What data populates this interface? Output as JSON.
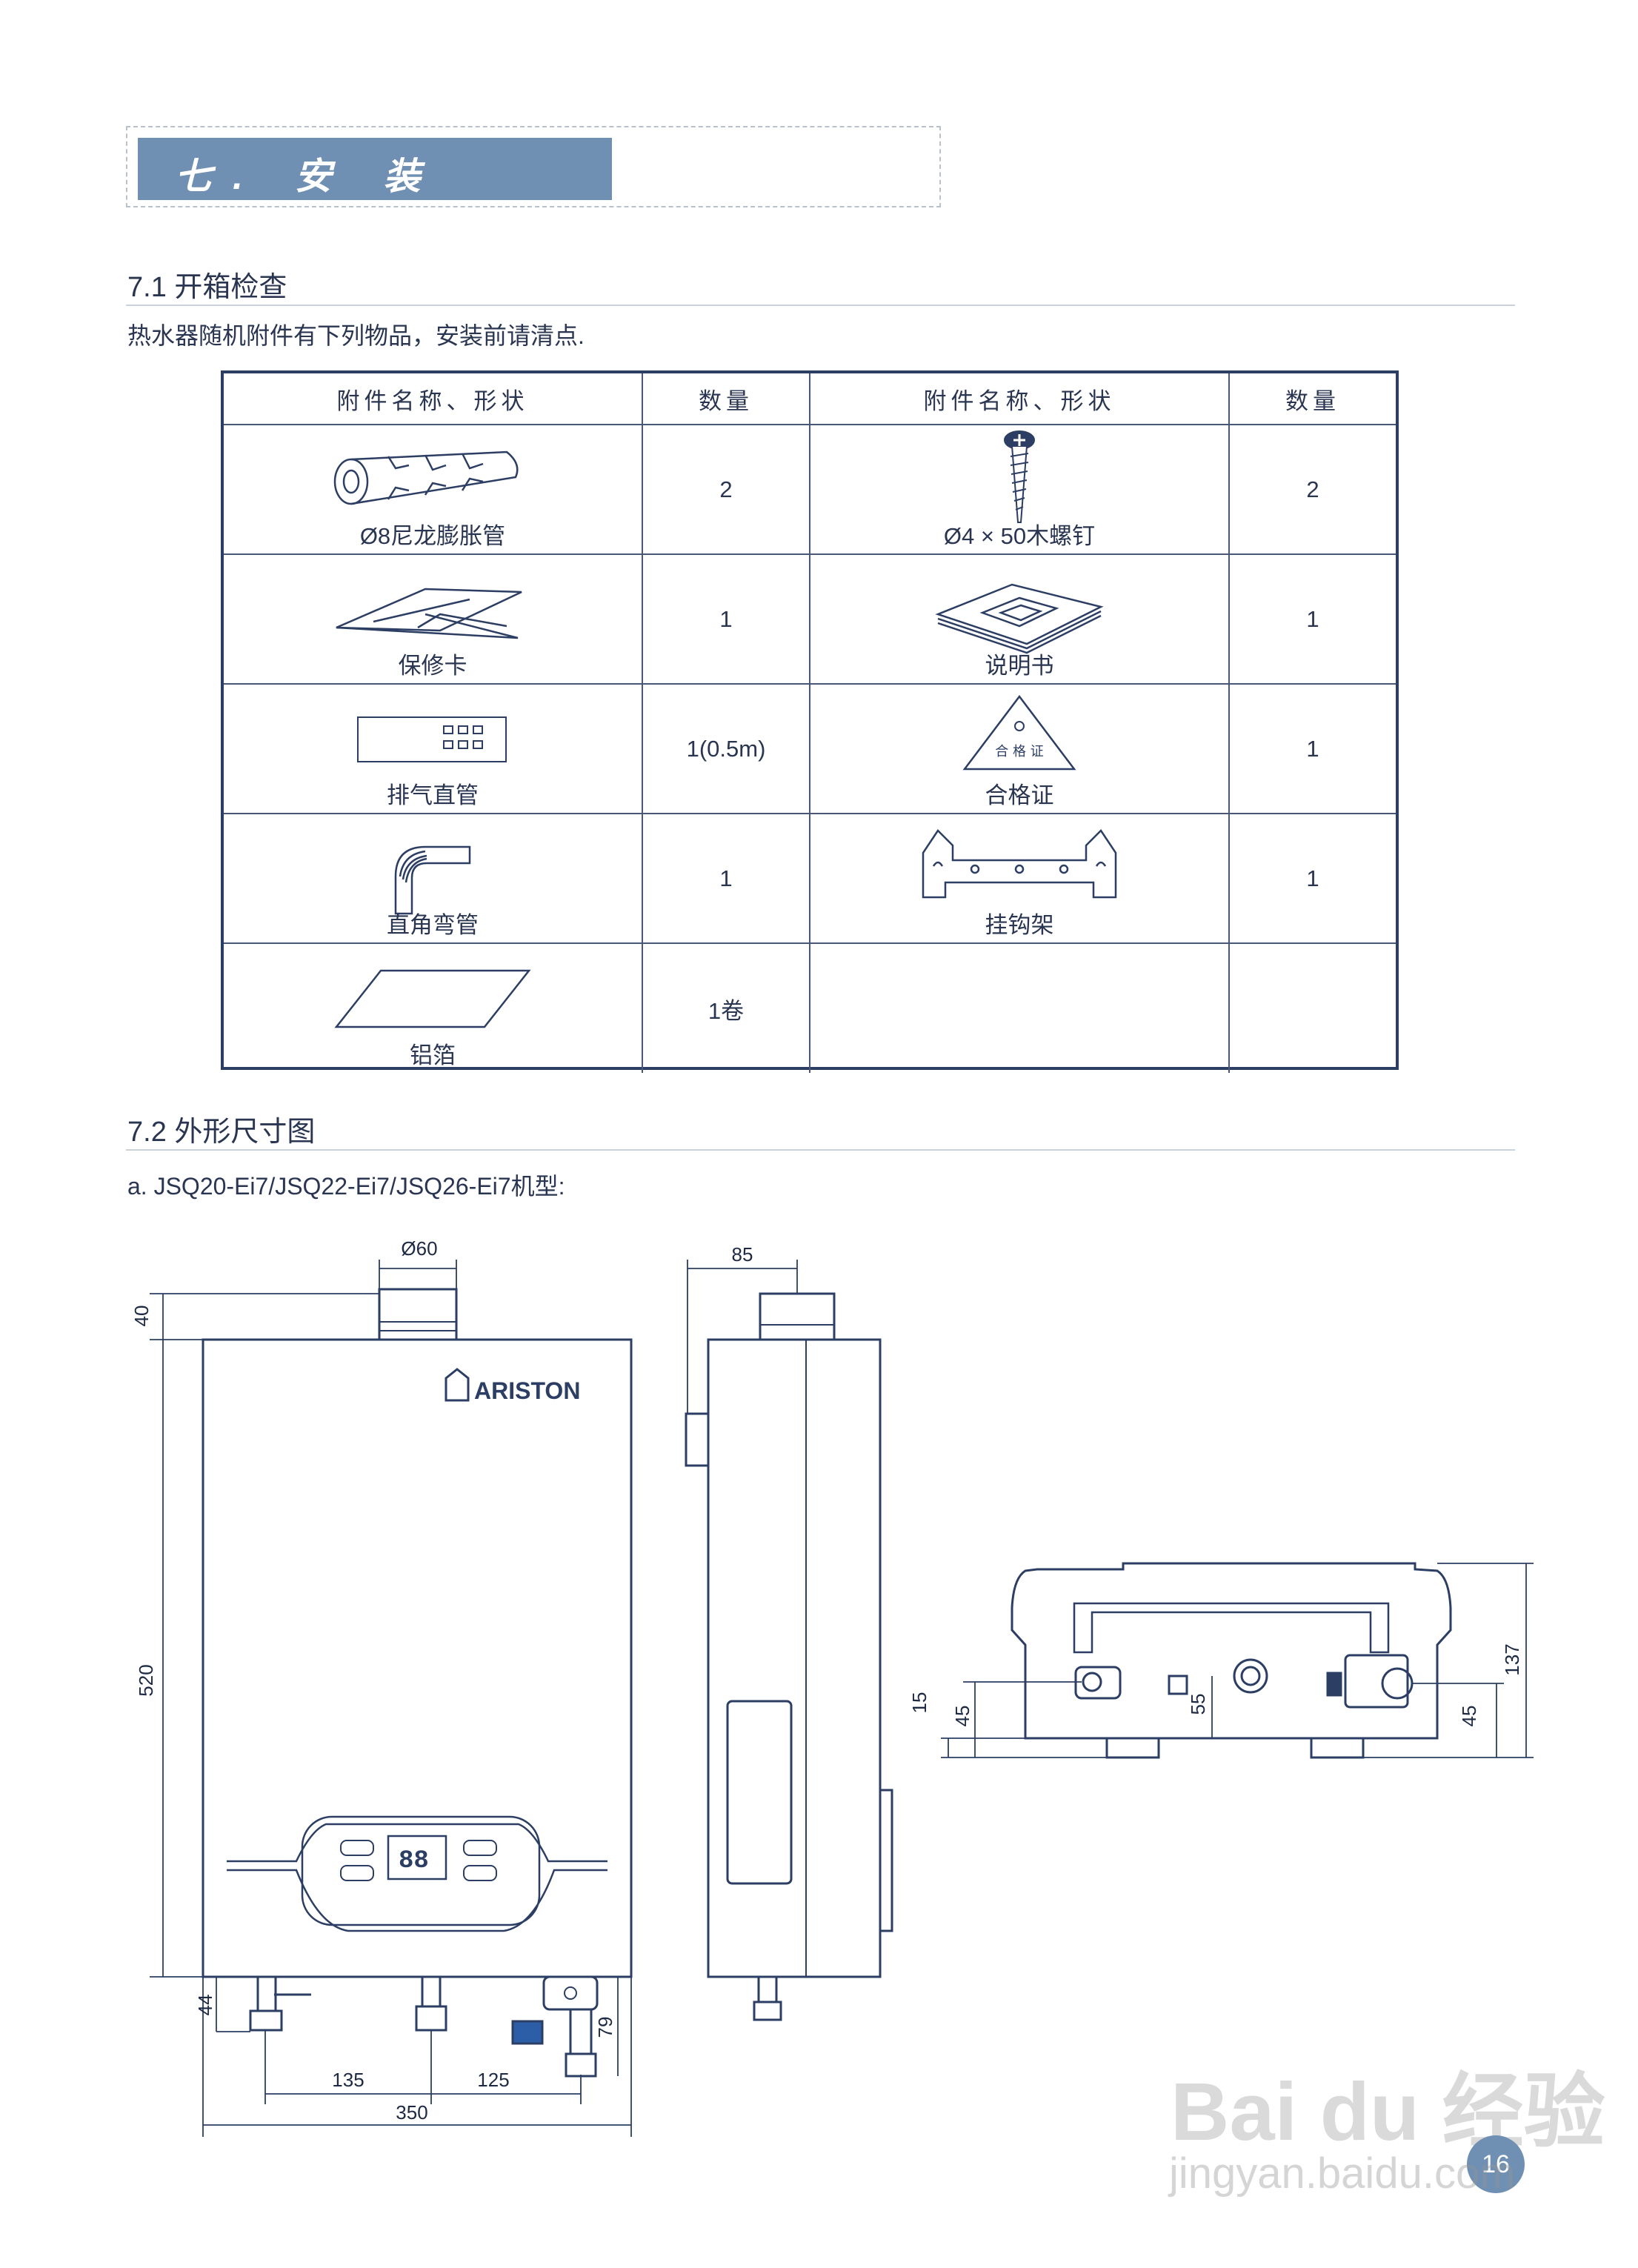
{
  "chapter": {
    "title": "七. 安 装"
  },
  "section1": {
    "title": "7.1 开箱检查",
    "intro": "热水器随机附件有下列物品，安装前请清点."
  },
  "table": {
    "headers": [
      "附件名称、形状",
      "数量",
      "附件名称、形状",
      "数量"
    ],
    "left": [
      {
        "name": "Ø8尼龙膨胀管",
        "qty": "2",
        "icon": "nylon-anchor-icon"
      },
      {
        "name": "保修卡",
        "qty": "1",
        "icon": "warranty-card-icon"
      },
      {
        "name": "排气直管",
        "qty": "1(0.5m)",
        "icon": "exhaust-pipe-icon"
      },
      {
        "name": "直角弯管",
        "qty": "1",
        "icon": "elbow-pipe-icon"
      },
      {
        "name": "铝箔",
        "qty": "1卷",
        "icon": "aluminum-foil-icon"
      }
    ],
    "right": [
      {
        "name": "Ø4 × 50木螺钉",
        "qty": "2",
        "icon": "wood-screw-icon"
      },
      {
        "name": "说明书",
        "qty": "1",
        "icon": "manual-icon"
      },
      {
        "name": "合格证",
        "qty": "1",
        "icon": "certificate-icon",
        "badge": "合 格 证"
      },
      {
        "name": "挂钩架",
        "qty": "1",
        "icon": "hanger-bracket-icon"
      }
    ]
  },
  "section2": {
    "title": "7.2 外形尺寸图",
    "subtitle": "a.  JSQ20-Ei7/JSQ22-Ei7/JSQ26-Ei7机型:"
  },
  "front_view": {
    "brand": "ARISTON",
    "display": "88",
    "dims": {
      "flue_diameter": "Ø60",
      "top_offset": "40",
      "height": "520",
      "bottom_fitting": "44",
      "width": "350",
      "left_spacing": "135",
      "right_spacing": "125",
      "right_fitting": "79"
    }
  },
  "side_view": {
    "dims": {
      "depth": "85"
    }
  },
  "bottom_view": {
    "dims": {
      "left_small": "15",
      "left_height": "45",
      "center_height": "55",
      "right_height": "45",
      "total_depth": "137"
    }
  },
  "footer": {
    "page_number": "16",
    "watermark_main": "Bai du 经验",
    "watermark_url": "jingyan.baidu.com"
  }
}
